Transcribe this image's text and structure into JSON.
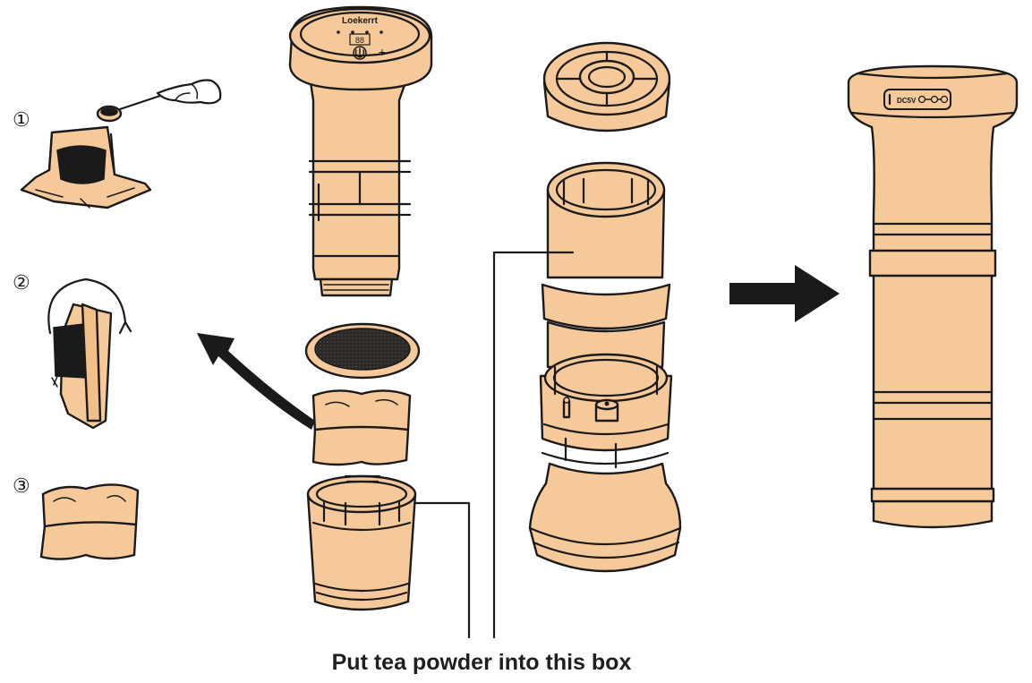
{
  "steps": [
    "①",
    "②",
    "③"
  ],
  "device_brand": "Loekerrt",
  "panel_display": "88",
  "panel_minus": "—",
  "panel_plus": "+",
  "port_label": "DC5V",
  "caption": "Put tea powder into this box",
  "colors": {
    "body_fill": "#f6c99a",
    "outline": "#1a1a1a",
    "arrow": "#1a1a1a"
  }
}
